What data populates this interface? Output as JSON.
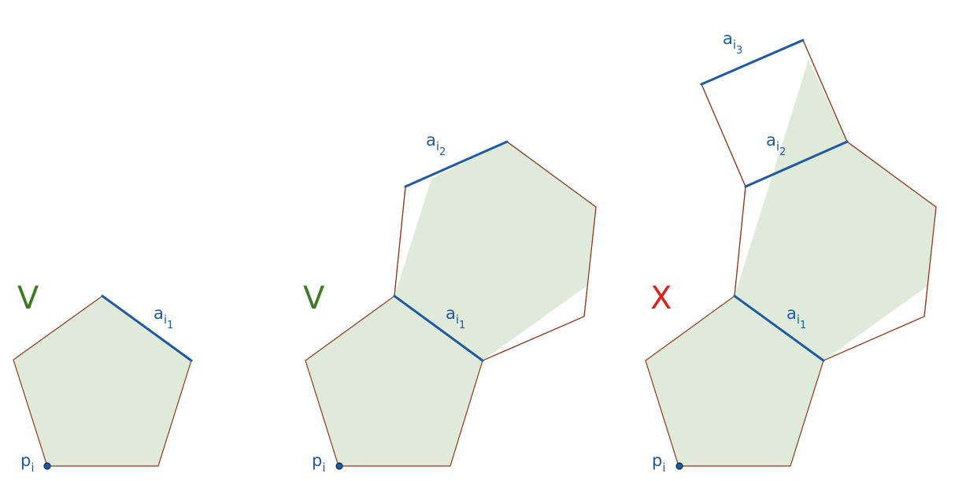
{
  "colors": {
    "fill": "#dfeadb",
    "outline": "#8a3a1a",
    "edge_highlight": "#1f5aa0",
    "label": "#1f5aa0",
    "check": "#3f7a26",
    "cross": "#d9231d"
  },
  "panels": [
    {
      "mark": "V",
      "mark_type": "check",
      "point_label": {
        "base": "p",
        "sub": "i"
      },
      "edge_labels": [
        {
          "base": "a",
          "sub": "i",
          "subsub": "1"
        }
      ]
    },
    {
      "mark": "V",
      "mark_type": "check",
      "point_label": {
        "base": "p",
        "sub": "i"
      },
      "edge_labels": [
        {
          "base": "a",
          "sub": "i",
          "subsub": "1"
        },
        {
          "base": "a",
          "sub": "i",
          "subsub": "2"
        }
      ]
    },
    {
      "mark": "X",
      "mark_type": "cross",
      "point_label": {
        "base": "p",
        "sub": "i"
      },
      "edge_labels": [
        {
          "base": "a",
          "sub": "i",
          "subsub": "1"
        },
        {
          "base": "a",
          "sub": "i",
          "subsub": "2"
        },
        {
          "base": "a",
          "sub": "i",
          "subsub": "3"
        }
      ]
    }
  ]
}
